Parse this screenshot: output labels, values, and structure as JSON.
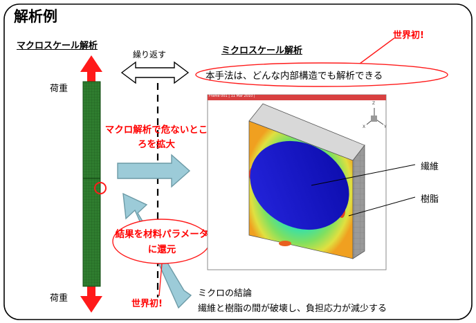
{
  "title": "解析例",
  "macro_heading": "マクロスケール解析",
  "micro_heading": "ミクロスケール解析",
  "repeat_label": "繰り返す",
  "load_top": "荷重",
  "load_bottom": "荷重",
  "world_first_top": "世界初!",
  "world_first_bottom": "世界初!",
  "method_note": "本手法は、どんな内部構造でも解析できる",
  "callout_zoom": "マクロ解析で危ないところを拡大",
  "callout_feedback": "結果を材料パラメータに還元",
  "fiber_label": "繊維",
  "resin_label": "樹脂",
  "conclusion_title": "ミクロの結論",
  "conclusion_text": "繊維と樹脂の間が破壊し、負担応力が減少する",
  "window_caption": "Frame 001 | 11 Mar 2010 |",
  "axis_labels": {
    "z": "Z",
    "x": "X",
    "y": "Y"
  },
  "colors": {
    "red": "#ff0000",
    "specimen": "#2f7d2f",
    "arrow_fill": "#9ccbd8",
    "arrow_stroke": "#6c9aa6",
    "fiber": "#1212c8"
  }
}
